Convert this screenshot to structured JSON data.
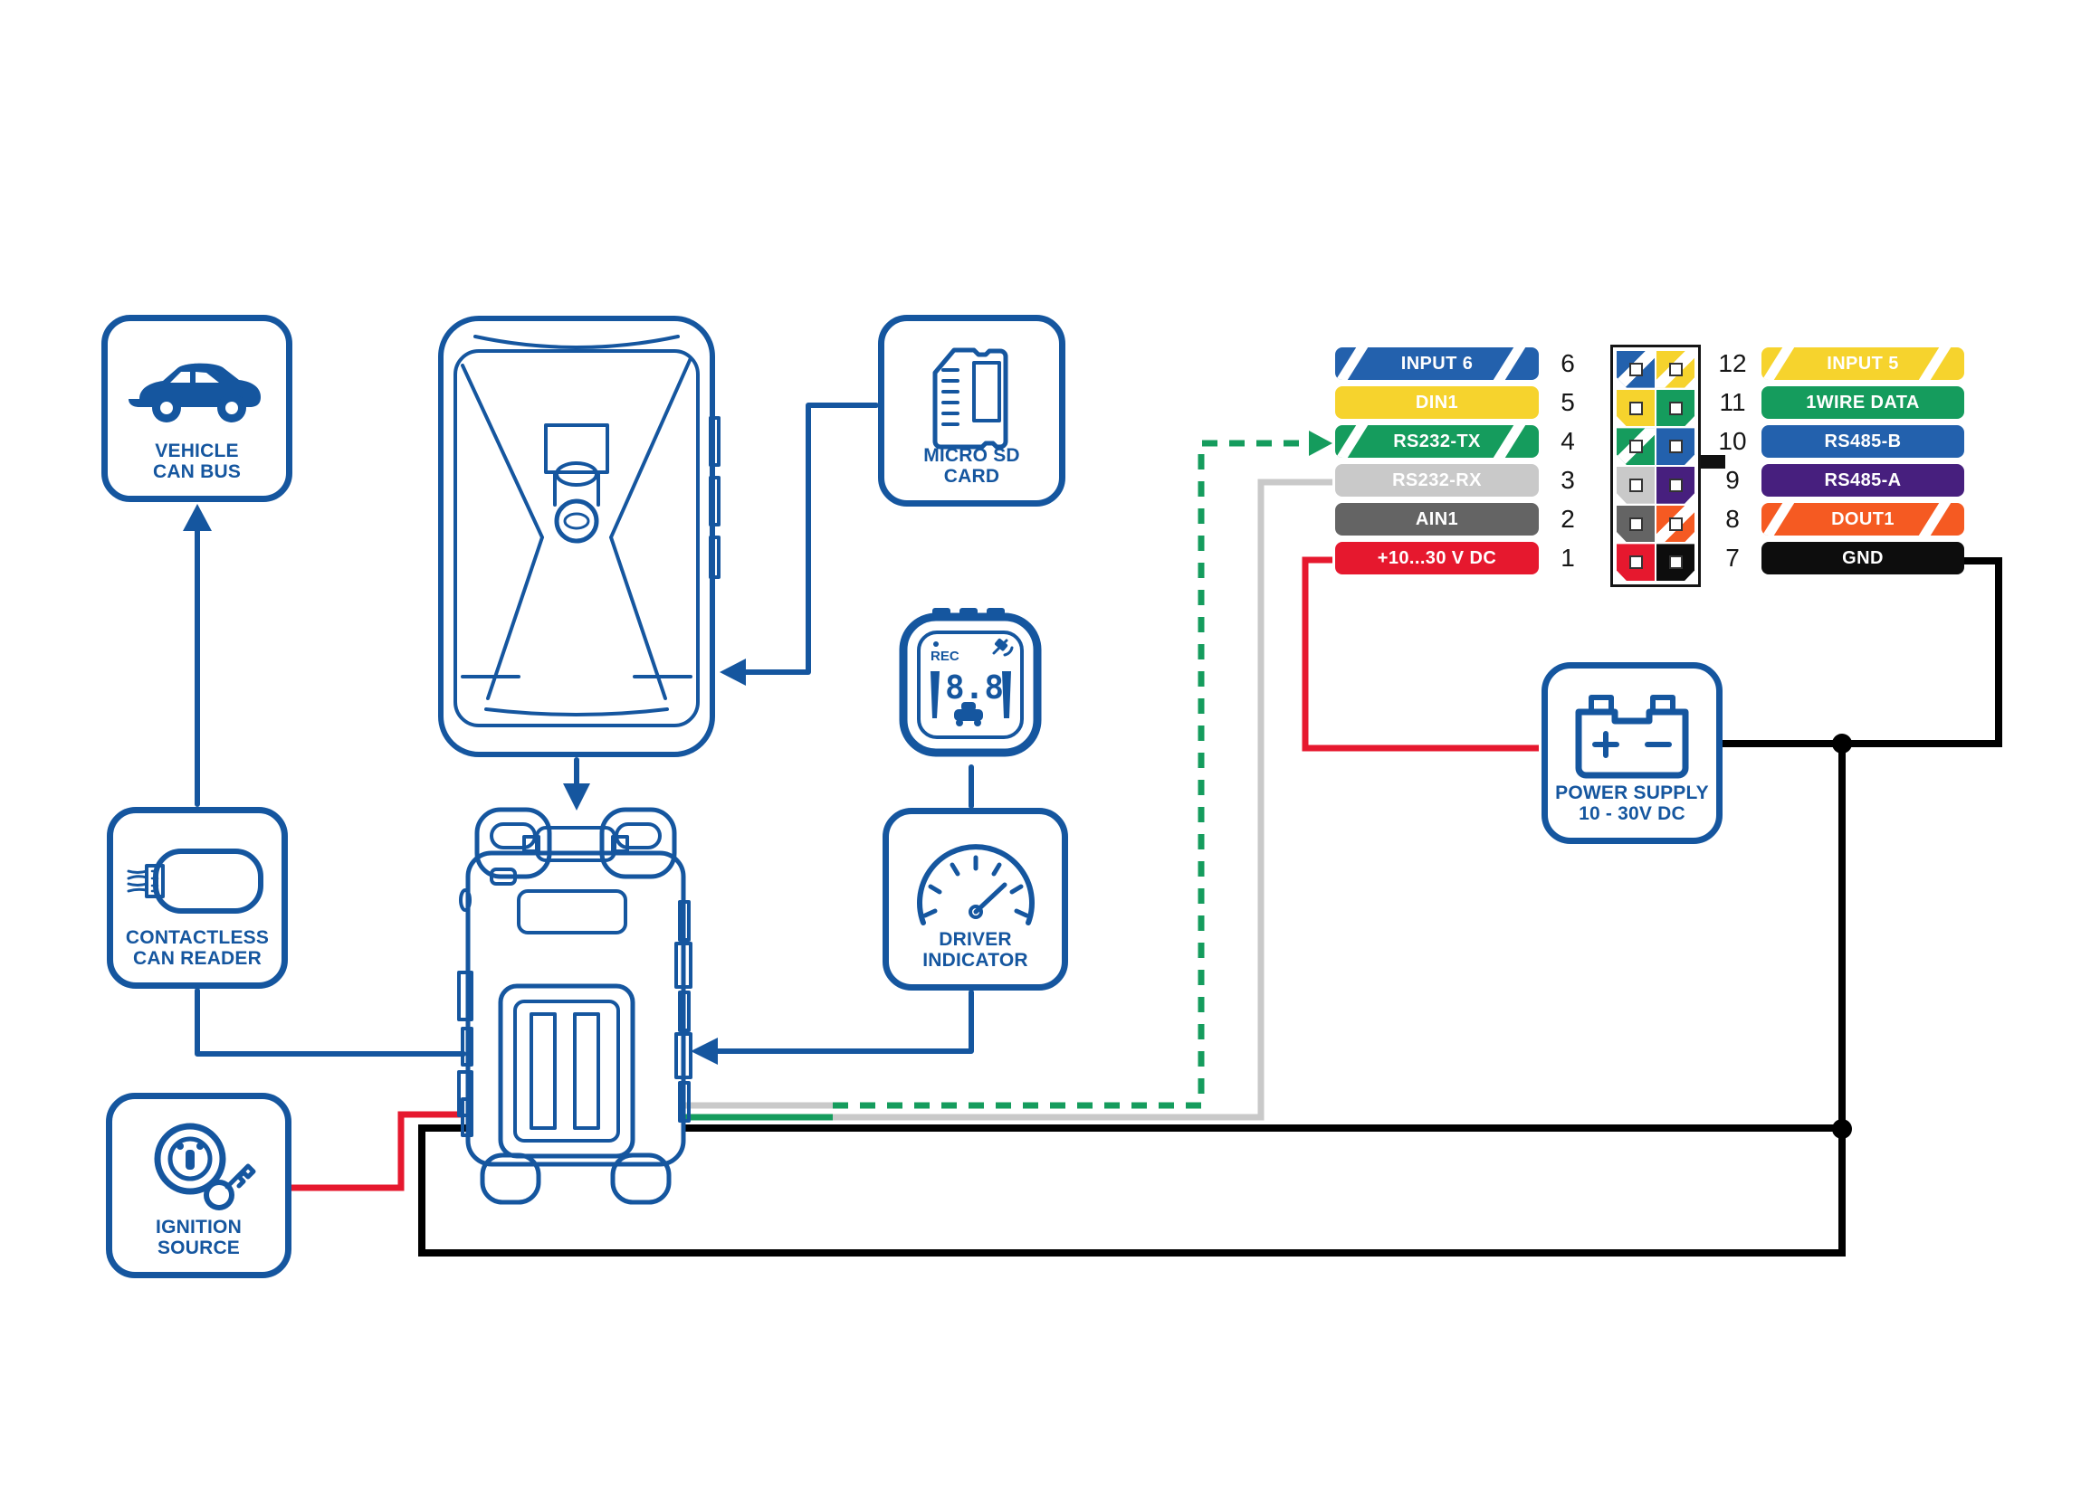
{
  "colors": {
    "outline_blue": "#15569f",
    "wire_red": "#e6182e",
    "wire_gray": "#c9c9c9",
    "wire_green": "#159c5d",
    "wire_black": "#000000",
    "wire_blue": "#15569f"
  },
  "boxes": {
    "vehicle_can_bus": {
      "label": "VEHICLE\nCAN BUS"
    },
    "contactless_can_reader": {
      "label": "CONTACTLESS\nCAN READER"
    },
    "ignition_source": {
      "label": "IGNITION\nSOURCE"
    },
    "micro_sd_card": {
      "label": "MICRO SD\nCARD"
    },
    "driver_indicator": {
      "label": "DRIVER\nINDICATOR"
    },
    "power_supply": {
      "label": "POWER SUPPLY\n10 - 30V DC"
    }
  },
  "display_unit": {
    "rec_label": "REC",
    "digits": "8.8"
  },
  "connector": {
    "left_pins": [
      {
        "pin": "6",
        "label": "INPUT 6",
        "color": "#2361ad",
        "striped": true
      },
      {
        "pin": "5",
        "label": "DIN1",
        "color": "#f6d32d",
        "striped": false
      },
      {
        "pin": "4",
        "label": "RS232-TX",
        "color": "#159c5d",
        "striped": true
      },
      {
        "pin": "3",
        "label": "RS232-RX",
        "color": "#c9c9c9",
        "striped": false
      },
      {
        "pin": "2",
        "label": "AIN1",
        "color": "#646464",
        "striped": false
      },
      {
        "pin": "1",
        "label": "+10...30 V DC",
        "color": "#e6182e",
        "striped": false
      }
    ],
    "right_pins": [
      {
        "pin": "12",
        "label": "INPUT 5",
        "color": "#f6d32d",
        "striped": true
      },
      {
        "pin": "11",
        "label": "1WIRE DATA",
        "color": "#159c5d",
        "striped": false
      },
      {
        "pin": "10",
        "label": "RS485-B",
        "color": "#2361ad",
        "striped": false
      },
      {
        "pin": "9",
        "label": "RS485-A",
        "color": "#471f7e",
        "striped": false
      },
      {
        "pin": "8",
        "label": "DOUT1",
        "color": "#f55a22",
        "striped": true
      },
      {
        "pin": "7",
        "label": "GND",
        "color": "#0d0d0d",
        "striped": false
      }
    ]
  }
}
